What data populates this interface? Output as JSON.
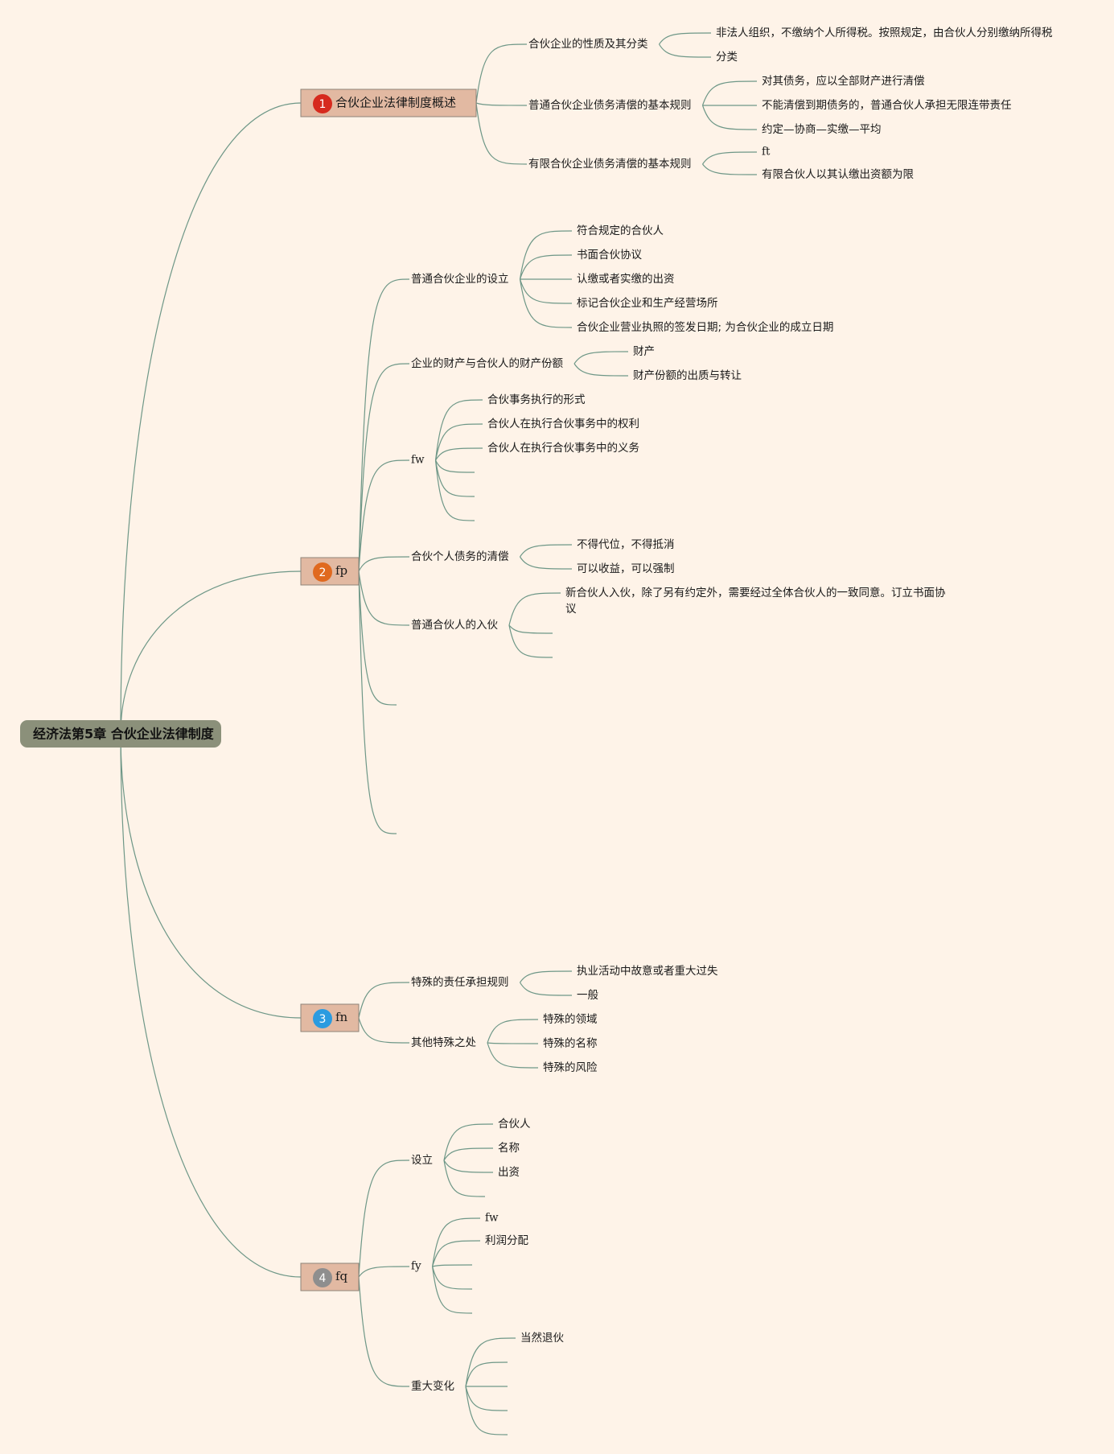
{
  "root": {
    "label": "经济法第5章 合伙企业法律制度"
  },
  "colors": {
    "background": "#fef3e8",
    "link": "#6e9787",
    "root_fill": "#8b907a",
    "main_fill": "#e2b9a2",
    "badge_1": "#d62a1e",
    "badge_2": "#e0691f",
    "badge_3": "#2b9be0",
    "badge_4": "#8e8e8e"
  },
  "branches": [
    {
      "badge": "1",
      "badge_color": "#d62a1e",
      "label": "合伙企业法律制度概述",
      "children": [
        {
          "label": "合伙企业的性质及其分类",
          "children": [
            {
              "label": "非法人组织，不缴纳个人所得税。按照规定，由合伙人分别缴纳所得税"
            },
            {
              "label": "分类"
            }
          ]
        },
        {
          "label": "普通合伙企业债务清偿的基本规则",
          "children": [
            {
              "label": "对其债务，应以全部财产进行清偿"
            },
            {
              "label": "不能清偿到期债务的，普通合伙人承担无限连带责任"
            },
            {
              "label": "约定—协商—实缴—平均"
            }
          ]
        },
        {
          "label": "有限合伙企业债务清偿的基本规则",
          "children": [
            {
              "label": "ft"
            },
            {
              "label": "有限合伙人以其认缴出资额为限"
            }
          ]
        }
      ]
    },
    {
      "badge": "2",
      "badge_color": "#e0691f",
      "label": "fp",
      "children": [
        {
          "label": "普通合伙企业的设立",
          "children": [
            {
              "label": "符合规定的合伙人"
            },
            {
              "label": "书面合伙协议"
            },
            {
              "label": "认缴或者实缴的出资"
            },
            {
              "label": "标记合伙企业和生产经营场所"
            },
            {
              "label": "合伙企业营业执照的签发日期; 为合伙企业的成立日期"
            }
          ]
        },
        {
          "label": "企业的财产与合伙人的财产份额",
          "children": [
            {
              "label": "财产"
            },
            {
              "label": "财产份额的出质与转让"
            }
          ]
        },
        {
          "label": "fw",
          "children": [
            {
              "label": "合伙事务执行的形式"
            },
            {
              "label": "合伙人在执行合伙事务中的权利"
            },
            {
              "label": "合伙人在执行合伙事务中的义务"
            },
            {
              "label": ""
            },
            {
              "label": ""
            },
            {
              "label": ""
            }
          ]
        },
        {
          "label": "合伙个人债务的清偿",
          "children": [
            {
              "label": "不得代位，不得抵消"
            },
            {
              "label": "可以收益，可以强制"
            }
          ]
        },
        {
          "label": "普通合伙人的入伙",
          "children": [
            {
              "label": "新合伙人入伙，除了另有约定外，需要经过全体合伙人的一致同意。订立书面协",
              "label2": "议"
            },
            {
              "label": ""
            },
            {
              "label": ""
            }
          ]
        },
        {
          "label": "",
          "children": []
        },
        {
          "label": "",
          "children": []
        }
      ]
    },
    {
      "badge": "3",
      "badge_color": "#2b9be0",
      "label": "fn",
      "children": [
        {
          "label": "特殊的责任承担规则",
          "children": [
            {
              "label": "执业活动中故意或者重大过失"
            },
            {
              "label": "一般"
            }
          ]
        },
        {
          "label": "其他特殊之处",
          "children": [
            {
              "label": "特殊的领域"
            },
            {
              "label": "特殊的名称"
            },
            {
              "label": "特殊的风险"
            }
          ]
        }
      ]
    },
    {
      "badge": "4",
      "badge_color": "#8e8e8e",
      "label": "fq",
      "children": [
        {
          "label": "设立",
          "children": [
            {
              "label": "合伙人"
            },
            {
              "label": "名称"
            },
            {
              "label": "出资"
            },
            {
              "label": ""
            }
          ]
        },
        {
          "label": "fy",
          "children": [
            {
              "label": "fw"
            },
            {
              "label": "利润分配"
            },
            {
              "label": ""
            },
            {
              "label": ""
            },
            {
              "label": ""
            }
          ]
        },
        {
          "label": "重大变化",
          "children": [
            {
              "label": "当然退伙"
            },
            {
              "label": ""
            },
            {
              "label": ""
            },
            {
              "label": ""
            },
            {
              "label": ""
            }
          ]
        }
      ]
    }
  ]
}
